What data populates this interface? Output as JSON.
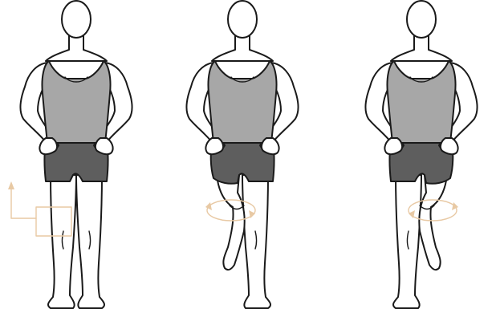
{
  "figures": [
    {
      "pose": "standing",
      "cue": "axes"
    },
    {
      "pose": "right-knee-raised",
      "cue": "rotation"
    },
    {
      "pose": "left-knee-raised",
      "cue": "rotation"
    }
  ],
  "colors": {
    "skin_outline": "#1a1a1a",
    "tank_top": "#a7a7a7",
    "shorts": "#5e5e5e",
    "motion_cue": "#e8c9a4",
    "background": "#ffffff"
  }
}
